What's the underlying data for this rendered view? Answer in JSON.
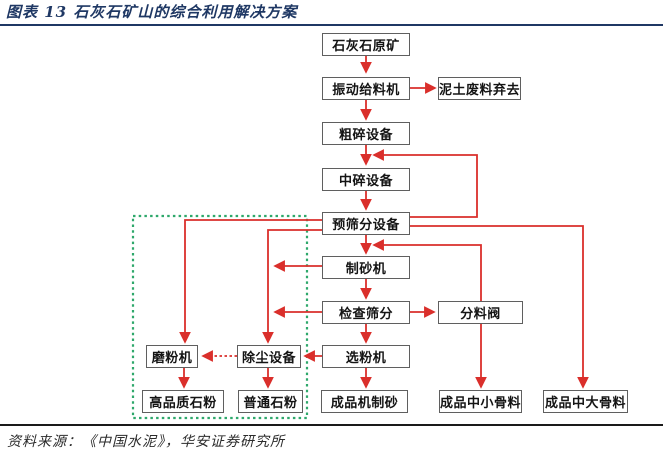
{
  "title": "图表 13 石灰石矿山的综合利用解决方案",
  "footer": "资料来源：《中国水泥》，华安证券研究所",
  "colors": {
    "title_navy": "#1F3864",
    "arrow_red": "#DA2F2B",
    "zone_green": "#2EA86B",
    "box_border_gray": "#5F5F5F"
  },
  "nodes": {
    "raw_ore": "石灰石原矿",
    "vibrating_feeder": "振动给料机",
    "waste_discard": "泥土废料弃去",
    "coarse_crusher": "粗碎设备",
    "medium_crusher": "中碎设备",
    "pre_screening": "预筛分设备",
    "sand_maker": "制砂机",
    "check_screening": "检查筛分",
    "splitter_valve": "分料阀",
    "powder_separator": "选粉机",
    "grinding_mill": "磨粉机",
    "dust_removal": "除尘设备",
    "finished_sand": "成品机制砂",
    "high_quality_powder": "高品质石粉",
    "ordinary_powder": "普通石粉",
    "small_medium_aggregate": "成品中小骨料",
    "medium_large_aggregate": "成品中大骨料"
  }
}
